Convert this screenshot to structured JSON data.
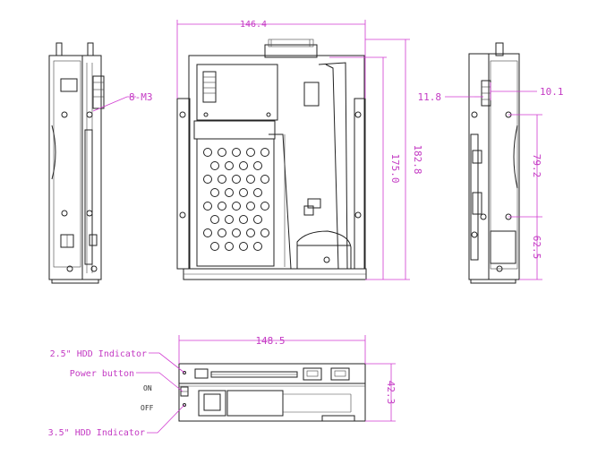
{
  "dimensions": {
    "top_width": "146.4",
    "overall_height": "182.8",
    "inner_height": "175.0",
    "left_offset": "11.8",
    "right_offset": "10.1",
    "hole_spacing_upper": "79.2",
    "hole_spacing_lower": "62.5",
    "front_width": "148.5",
    "front_height": "42.3"
  },
  "callouts": {
    "screw": "8-M3",
    "hdd25_indicator": "2.5\" HDD Indicator",
    "power_button": "Power button",
    "hdd35_indicator": "3.5\" HDD Indicator"
  },
  "switch_labels": {
    "on": "ON",
    "off": "OFF"
  },
  "colors": {
    "dimension": "#c43bc4",
    "outline": "#222222",
    "background": "#ffffff"
  }
}
